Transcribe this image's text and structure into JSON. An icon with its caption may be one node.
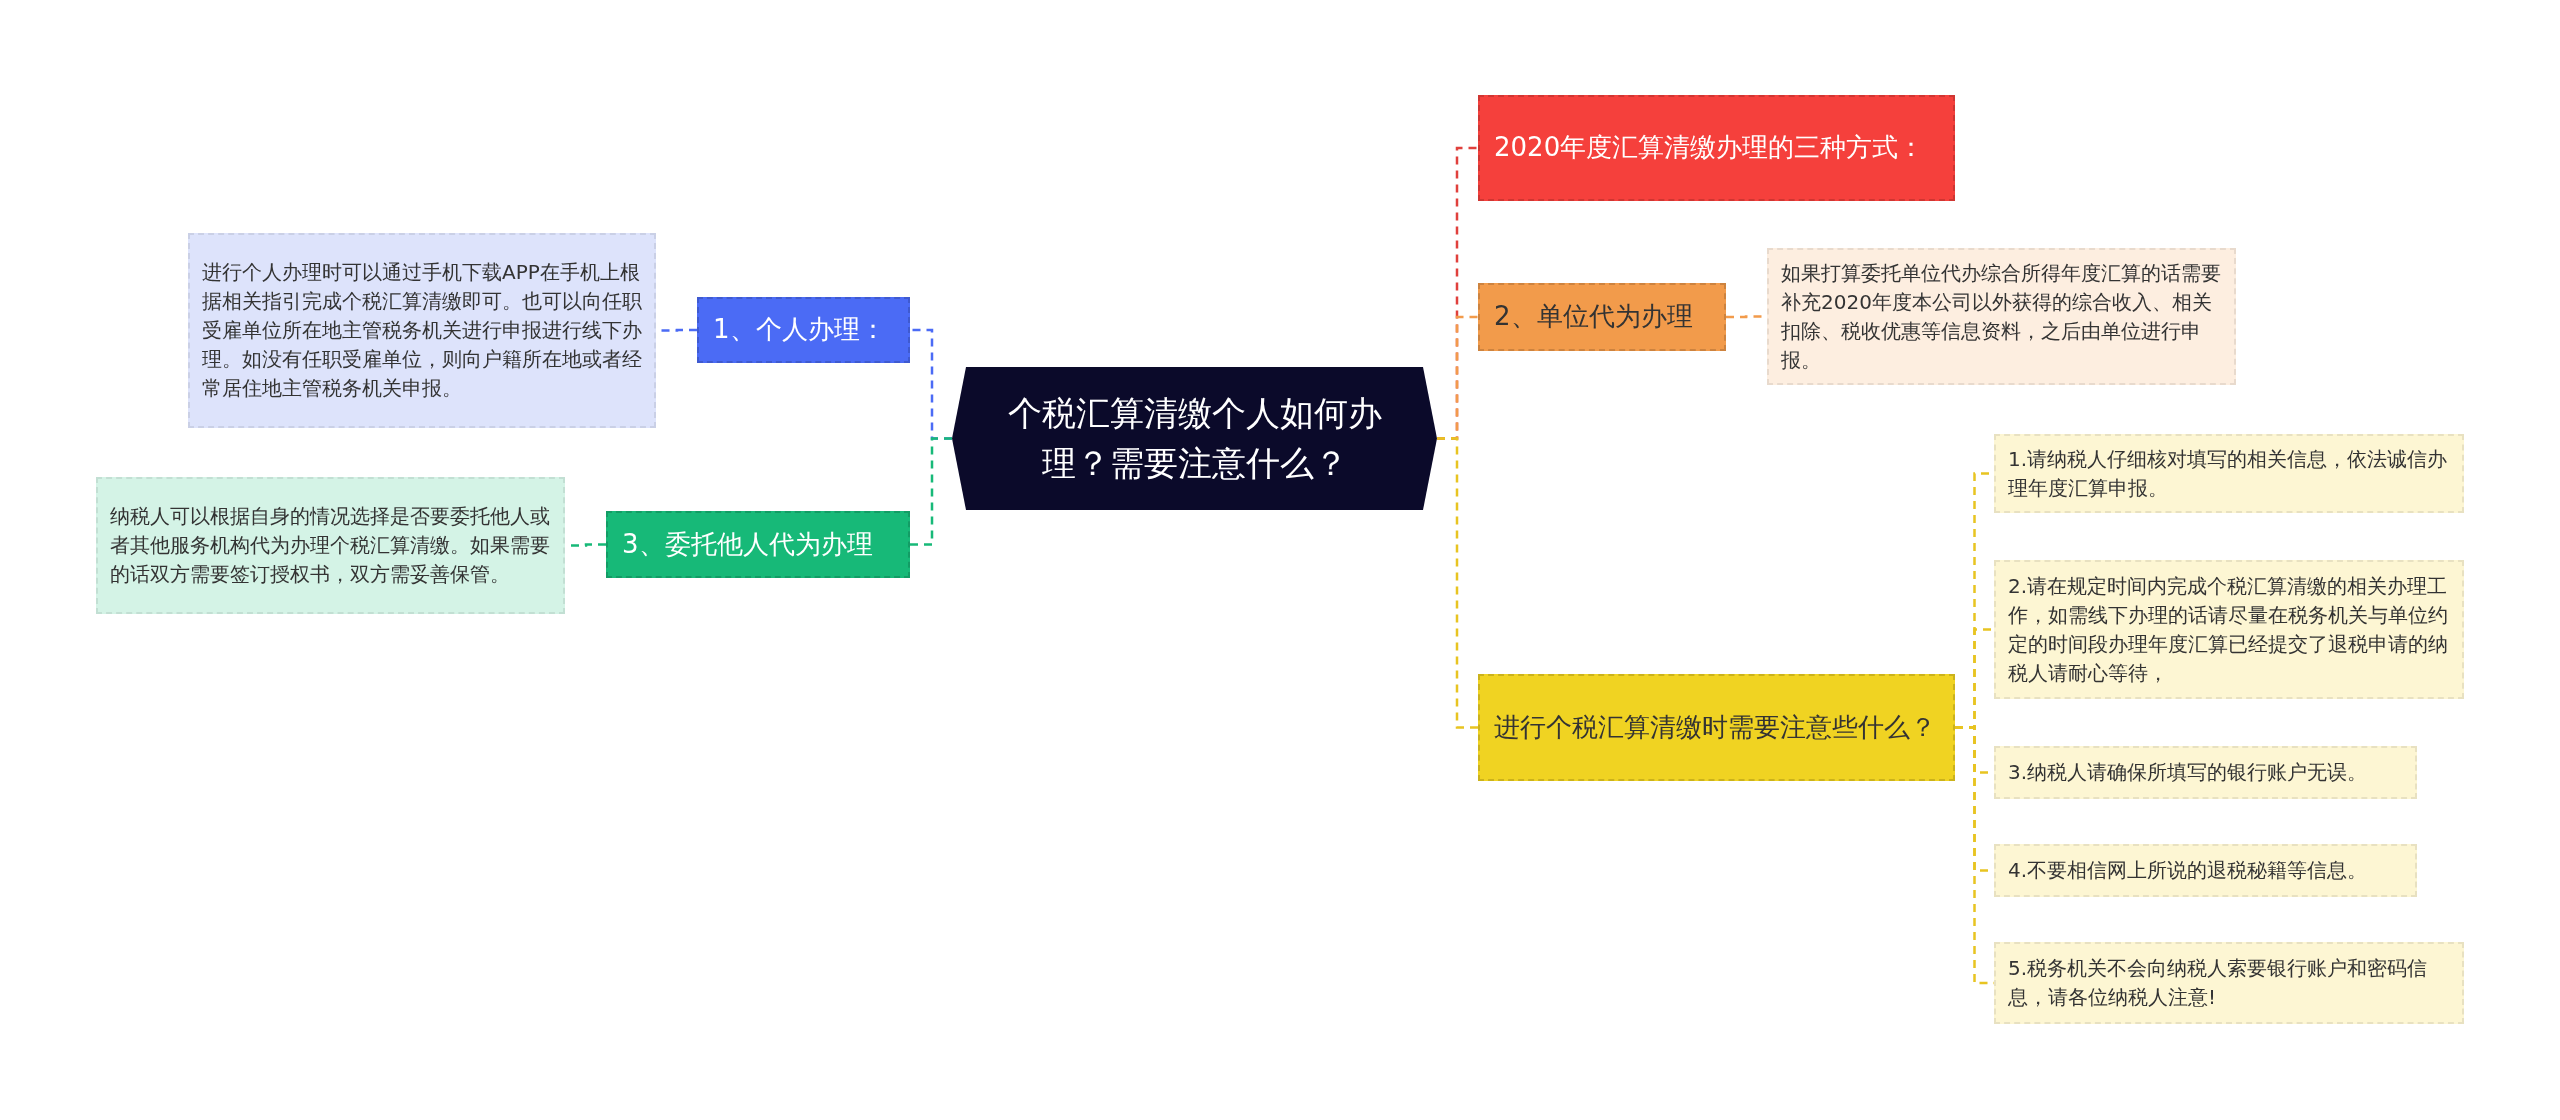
{
  "diagram": {
    "nodes": [
      {
        "text": [
          "个税汇算清缴个人如何办理？需要注意什么？"
        ]
      },
      {
        "text": [
          "1、个人办理："
        ]
      },
      {
        "text": [
          "进行个人办理时可以通过手机下载APP在手机上根据相关指引完成个税汇算清缴即可。也可以向任职受雇单位所在地主管税务机关进行申报进行线下办理。如没有任职受雇单位，则向户籍所在地或者经常居住地主管税务机关申报。"
        ]
      },
      {
        "text": [
          "3、委托他人代为办理"
        ]
      },
      {
        "text": [
          "纳税人可以根据自身的情况选择是否要委托他人或者其他服务机构代为办理个税汇算清缴。如果需要的话双方需要签订授权书，双方需妥善保管。"
        ]
      },
      {
        "text": [
          "2020年度汇算清缴办理的三种方式："
        ]
      },
      {
        "text": [
          "2、单位代为办理"
        ]
      },
      {
        "text": [
          "如果打算委托单位代办综合所得年度汇算的话需要补充2020年度本公司以外获得的综合收入、相关扣除、税收优惠等信息资料，之后由单位进行申报。"
        ]
      },
      {
        "text": [
          "进行个税汇算清缴时需要注意些什么？"
        ]
      },
      {
        "text": [
          "1.请纳税人仔细核对填写的相关信息，依法诚信办理年度汇算申报。"
        ]
      },
      {
        "text": [
          "2.请在规定时间内完成个税汇算清缴的相关办理工作，如需线下办理的话请尽量在税务机关与单位约定的时间段办理年度汇算已经提交了退税申请的纳税人请耐心等待，"
        ]
      },
      {
        "text": [
          "3.纳税人请确保所填写的银行账户无误。"
        ]
      },
      {
        "text": [
          "4.不要相信网上所说的退税秘籍等信息。"
        ]
      },
      {
        "text": [
          "5.税务机关不会向纳税人索要银行账户和密码信息，请各位纳税人注意!"
        ]
      }
    ],
    "edges": [
      {
        "from": 0,
        "to": 1,
        "arrow": "none",
        "style": "dashed",
        "color": "#4b6bf5"
      },
      {
        "from": 1,
        "to": 2,
        "arrow": "none",
        "style": "dashed",
        "color": "#4b6bf5"
      },
      {
        "from": 0,
        "to": 3,
        "arrow": "none",
        "style": "dashed",
        "color": "#17b978"
      },
      {
        "from": 3,
        "to": 4,
        "arrow": "none",
        "style": "dashed",
        "color": "#17b978"
      },
      {
        "from": 0,
        "to": 5,
        "arrow": "none",
        "style": "dashed",
        "color": "#e0403c"
      },
      {
        "from": 0,
        "to": 6,
        "arrow": "none",
        "style": "dashed",
        "color": "#f29b4b"
      },
      {
        "from": 6,
        "to": 7,
        "arrow": "none",
        "style": "dashed",
        "color": "#f29b4b"
      },
      {
        "from": 0,
        "to": 8,
        "arrow": "none",
        "style": "dashed"
      },
      {
        "from": 8,
        "to": 9,
        "arrow": "none",
        "style": "dashed"
      },
      {
        "from": 8,
        "to": 10,
        "arrow": "none",
        "style": "dashed"
      },
      {
        "from": 8,
        "to": 11,
        "arrow": "none",
        "style": "dashed"
      },
      {
        "from": 8,
        "to": 12,
        "arrow": "none",
        "style": "dashed"
      },
      {
        "from": 8,
        "to": 13,
        "arrow": "none",
        "style": "dashed"
      }
    ]
  }
}
